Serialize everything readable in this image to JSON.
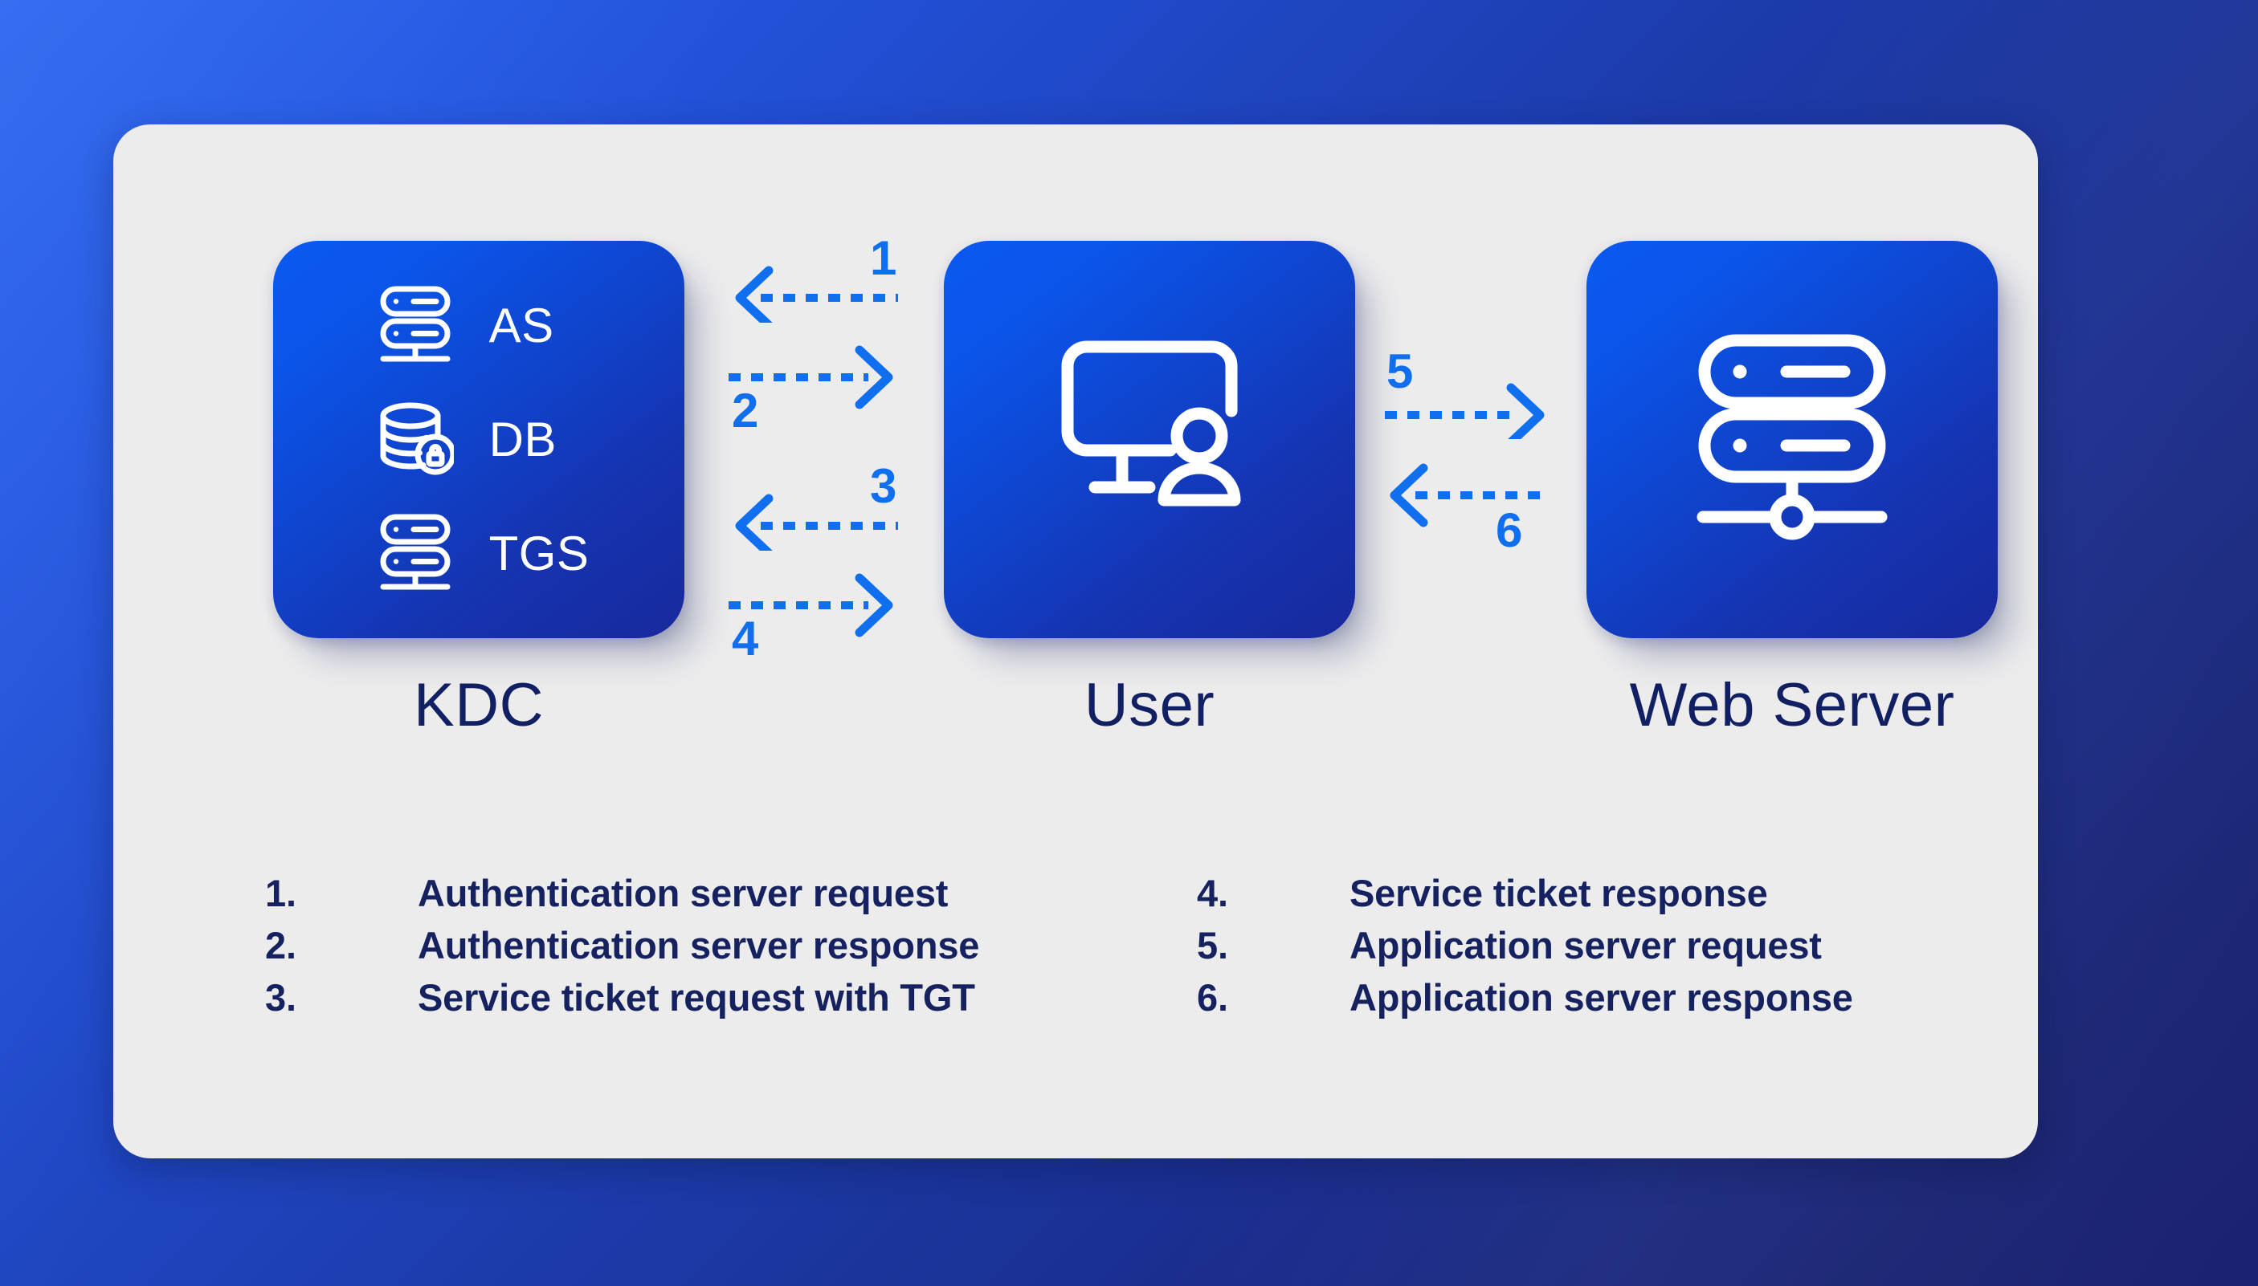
{
  "theme": {
    "panel_bg": "#ececed",
    "backdrop_from": "#2a66f0",
    "backdrop_to": "#1b2171",
    "card_from": "#0b59f1",
    "card_to": "#18299c",
    "arrow_blue": "#0f6fef",
    "text_navy": "#15225f",
    "icon_white": "#ffffff"
  },
  "nodes": [
    {
      "id": "kdc",
      "caption": "KDC",
      "rows": [
        {
          "icon": "server-stack-icon",
          "label": "AS"
        },
        {
          "icon": "database-lock-icon",
          "label": "DB"
        },
        {
          "icon": "server-stack-icon",
          "label": "TGS"
        }
      ]
    },
    {
      "id": "user",
      "caption": "User",
      "icon": "desktop-user-icon"
    },
    {
      "id": "web-server",
      "caption": "Web Server",
      "icon": "server-network-icon"
    }
  ],
  "arrows": {
    "kdc_user": [
      {
        "number": "1",
        "direction": "left",
        "label_position": "above-right"
      },
      {
        "number": "2",
        "direction": "right",
        "label_position": "below-left"
      },
      {
        "number": "3",
        "direction": "left",
        "label_position": "above-right"
      },
      {
        "number": "4",
        "direction": "right",
        "label_position": "below-left"
      }
    ],
    "user_web": [
      {
        "number": "5",
        "direction": "right",
        "label_position": "above-left"
      },
      {
        "number": "6",
        "direction": "left",
        "label_position": "below-right"
      }
    ]
  },
  "legend": {
    "left_column": [
      {
        "number": "1.",
        "text": "Authentication server request"
      },
      {
        "number": "2.",
        "text": "Authentication server response"
      },
      {
        "number": "3.",
        "text": "Service ticket request with TGT"
      }
    ],
    "right_column": [
      {
        "number": "4.",
        "text": "Service ticket response"
      },
      {
        "number": "5.",
        "text": "Application server request"
      },
      {
        "number": "6.",
        "text": "Application server response"
      }
    ]
  }
}
